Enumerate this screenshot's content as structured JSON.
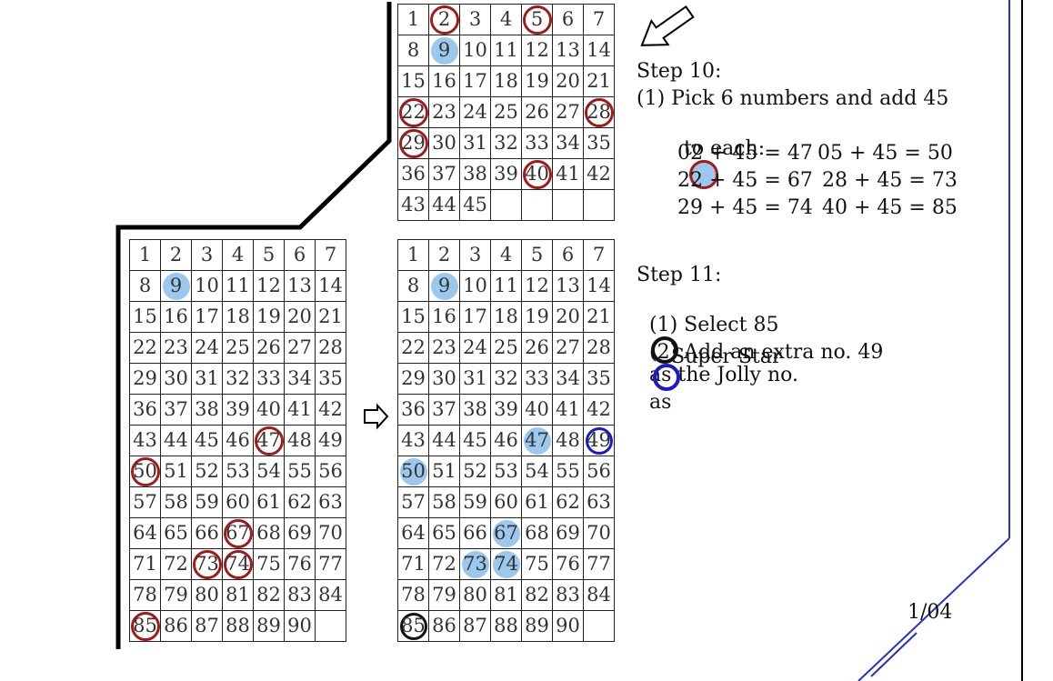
{
  "top_grid": {
    "numbers": [
      "1",
      "2",
      "3",
      "4",
      "5",
      "6",
      "7",
      "8",
      "9",
      "10",
      "11",
      "12",
      "13",
      "14",
      "15",
      "16",
      "17",
      "18",
      "19",
      "20",
      "21",
      "22",
      "23",
      "24",
      "25",
      "26",
      "27",
      "28",
      "29",
      "30",
      "31",
      "32",
      "33",
      "34",
      "35",
      "36",
      "37",
      "38",
      "39",
      "40",
      "41",
      "42",
      "43",
      "44",
      "45"
    ],
    "ringed": [
      "2",
      "5",
      "22",
      "28",
      "29",
      "40"
    ],
    "filled": [
      "9",
      "2",
      "5",
      "22",
      "28",
      "29",
      "40"
    ]
  },
  "left_grid": {
    "numbers_max": 90,
    "filled": [
      "9"
    ],
    "ringed": [
      "47",
      "50",
      "67",
      "73",
      "74",
      "85"
    ]
  },
  "right_grid": {
    "numbers_max": 90,
    "filled": [
      "9",
      "47",
      "50",
      "67",
      "73",
      "74"
    ],
    "jolly": "85",
    "superstar": "49"
  },
  "step10": {
    "title": "Step 10:",
    "line1": "(1) Pick 6 numbers and add 45",
    "line2": "to each:",
    "eq": [
      "02 + 45 = 47",
      "05 + 45 = 50",
      "22 + 45 = 67",
      "28 + 45 = 73",
      "29 + 45 = 74",
      "40 + 45 = 85"
    ]
  },
  "step11": {
    "title": "Step 11:",
    "line1a": "(1) Select 85",
    "line1b": "as the Jolly no.",
    "line2a": "(2) Add an extra no. 49",
    "line2b": "as",
    "line3": "Super Star"
  },
  "page_number": "1/04",
  "colors": {
    "ring_red": "#a31a1a",
    "fill_blue": "#9cc8ee",
    "jolly_black": "#111111",
    "superstar_blue": "#1a1acc",
    "border_blue": "#2233cc"
  }
}
